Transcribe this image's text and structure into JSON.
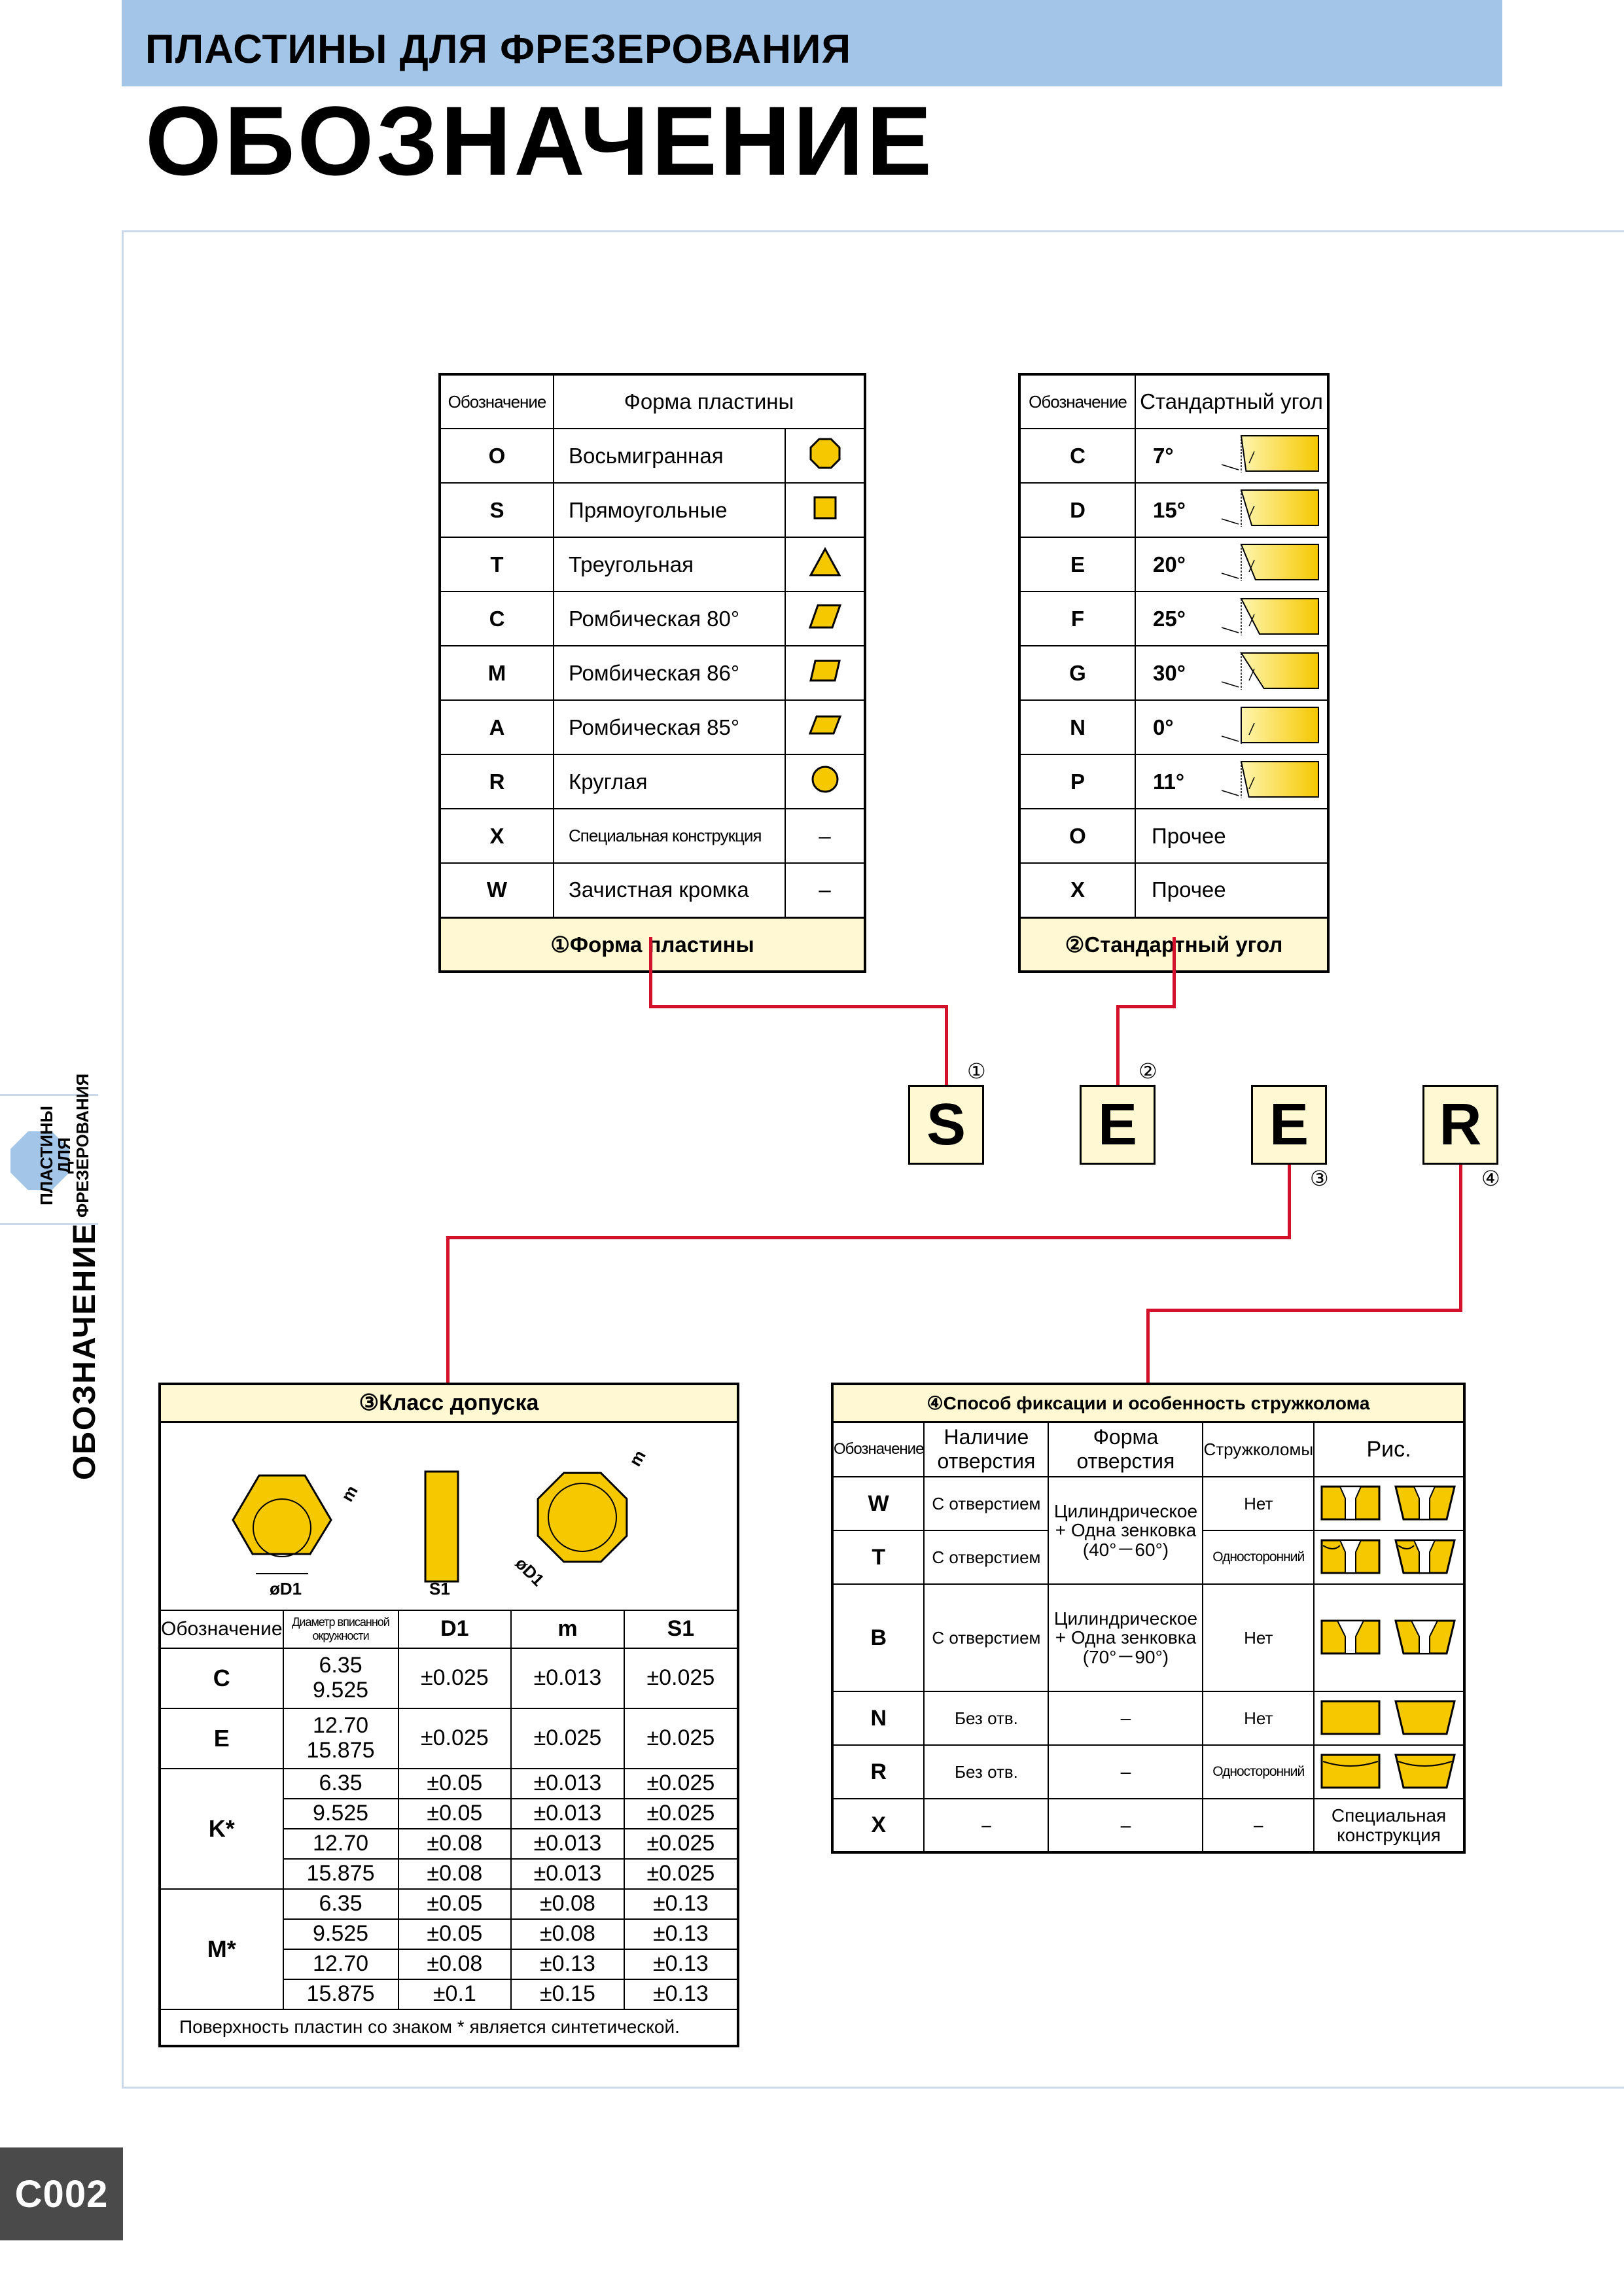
{
  "header": {
    "subtitle": "ПЛАСТИНЫ ДЛЯ ФРЕЗЕРОВАНИЯ",
    "title": "ОБОЗНАЧЕНИЕ"
  },
  "side": {
    "tab_label_1": "ПЛАСТИНЫ",
    "tab_label_2": "ДЛЯ",
    "tab_label_3": "ФРЕЗЕРОВАНИЯ",
    "vertical_title": "ОБОЗНАЧЕНИЕ"
  },
  "page_number": "C002",
  "shape_table": {
    "col1": "Обозначение",
    "col2": "Форма пластины",
    "rows": [
      {
        "code": "O",
        "name": "Восьмигранная",
        "icon": "octagon-icon"
      },
      {
        "code": "S",
        "name": "Прямоугольные",
        "icon": "square-icon"
      },
      {
        "code": "T",
        "name": "Треугольная",
        "icon": "triangle-icon"
      },
      {
        "code": "C",
        "name": "Ромбическая 80°",
        "icon": "rhombus-80-icon"
      },
      {
        "code": "M",
        "name": "Ромбическая 86°",
        "icon": "rhombus-86-icon"
      },
      {
        "code": "A",
        "name": "Ромбическая 85°",
        "icon": "rhombus-85-icon"
      },
      {
        "code": "R",
        "name": "Круглая",
        "icon": "circle-icon"
      },
      {
        "code": "X",
        "name": "Специальная конструкция",
        "icon": "–"
      },
      {
        "code": "W",
        "name": "Зачистная кромка",
        "icon": "–"
      }
    ],
    "caption": "①Форма пластины"
  },
  "angle_table": {
    "col1": "Обозначение",
    "col2": "Стандартный угол",
    "rows": [
      {
        "code": "C",
        "angle": "7°"
      },
      {
        "code": "D",
        "angle": "15°"
      },
      {
        "code": "E",
        "angle": "20°"
      },
      {
        "code": "F",
        "angle": "25°"
      },
      {
        "code": "G",
        "angle": "30°"
      },
      {
        "code": "N",
        "angle": "0°"
      },
      {
        "code": "P",
        "angle": "11°"
      },
      {
        "code": "O",
        "angle": "Прочее"
      },
      {
        "code": "X",
        "angle": "Прочее"
      }
    ],
    "caption": "②Стандартный угол"
  },
  "code_letters": [
    {
      "letter": "S",
      "num": "①"
    },
    {
      "letter": "E",
      "num": "②"
    },
    {
      "letter": "E",
      "num": "③"
    },
    {
      "letter": "R",
      "num": "④"
    }
  ],
  "tolerance_table": {
    "caption": "③Класс допуска",
    "diagram_labels": {
      "d1": "øD1",
      "m": "m",
      "s1": "S1"
    },
    "headers": [
      "Обозначение",
      "Диаметр вписанной окружности",
      "D1",
      "m",
      "S1"
    ],
    "groups": [
      {
        "code": "C",
        "rows": [
          {
            "d": "6.35\n9.525",
            "D1": "±0.025",
            "m": "±0.013",
            "S1": "±0.025"
          }
        ]
      },
      {
        "code": "E",
        "rows": [
          {
            "d": "12.70\n15.875",
            "D1": "±0.025",
            "m": "±0.025",
            "S1": "±0.025"
          }
        ]
      },
      {
        "code": "K*",
        "rows": [
          {
            "d": "6.35",
            "D1": "±0.05",
            "m": "±0.013",
            "S1": "±0.025"
          },
          {
            "d": "9.525",
            "D1": "±0.05",
            "m": "±0.013",
            "S1": "±0.025"
          },
          {
            "d": "12.70",
            "D1": "±0.08",
            "m": "±0.013",
            "S1": "±0.025"
          },
          {
            "d": "15.875",
            "D1": "±0.08",
            "m": "±0.013",
            "S1": "±0.025"
          }
        ]
      },
      {
        "code": "M*",
        "rows": [
          {
            "d": "6.35",
            "D1": "±0.05",
            "m": "±0.08",
            "S1": "±0.13"
          },
          {
            "d": "9.525",
            "D1": "±0.05",
            "m": "±0.08",
            "S1": "±0.13"
          },
          {
            "d": "12.70",
            "D1": "±0.08",
            "m": "±0.13",
            "S1": "±0.13"
          },
          {
            "d": "15.875",
            "D1": "±0.1",
            "m": "±0.15",
            "S1": "±0.13"
          }
        ]
      }
    ],
    "note": "Поверхность пластин со знаком * является синтетической."
  },
  "fixation_table": {
    "caption": "④Способ фиксации и особенность стружколома",
    "headers": [
      "Обозначение",
      "Наличие отверстия",
      "Форма отверстия",
      "Стружколомы",
      "Рис."
    ],
    "rows": [
      {
        "code": "W",
        "hole": "С отверстием",
        "shape": "Цилиндрическое + Одна зенковка (40°－60°)",
        "breaker": "Нет",
        "pic": "W-pic"
      },
      {
        "code": "T",
        "hole": "С отверстием",
        "shape": "",
        "breaker": "Односторонний",
        "pic": "T-pic"
      },
      {
        "code": "B",
        "hole": "С отверстием",
        "shape": "Цилиндрическое + Одна зенковка (70°－90°)",
        "breaker": "Нет",
        "pic": "B-pic"
      },
      {
        "code": "N",
        "hole": "Без отв.",
        "shape": "–",
        "breaker": "Нет",
        "pic": "N-pic"
      },
      {
        "code": "R",
        "hole": "Без отв.",
        "shape": "–",
        "breaker": "Односторонний",
        "pic": "R-pic"
      },
      {
        "code": "X",
        "hole": "–",
        "shape": "–",
        "breaker": "–",
        "pic": "Специальная конструкция"
      }
    ]
  },
  "colors": {
    "accent_blue": "#a3c6e8",
    "insert_yellow": "#f5c800",
    "connector_red": "#d4112b",
    "caption_cream": "#fff8d2"
  }
}
